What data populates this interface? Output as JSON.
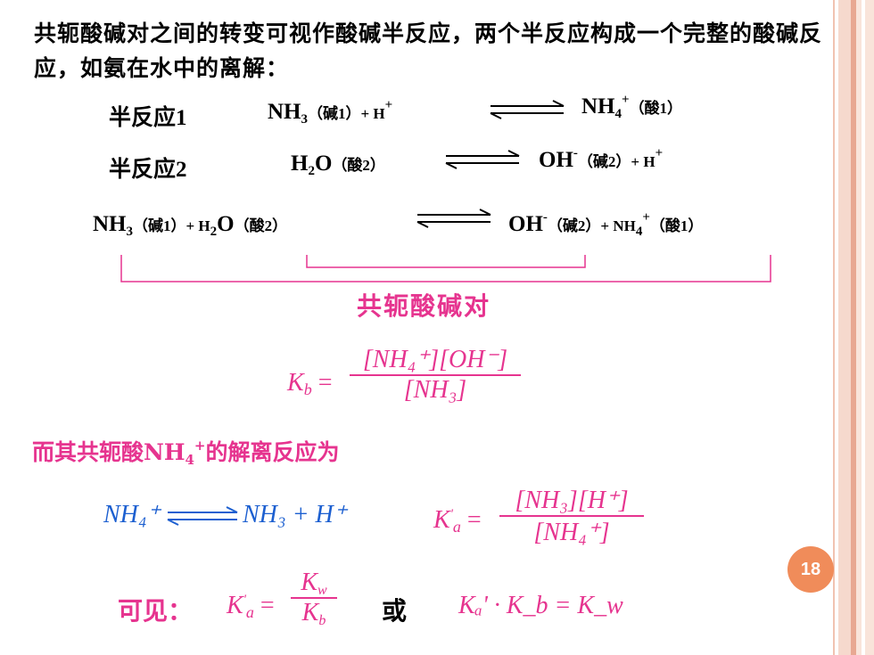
{
  "intro": "共轭酸碱对之间的转变可视作酸碱半反应，两个半反应构成一个完整的酸碱反应，如氨在水中的离解：",
  "half1": {
    "label": "半反应1",
    "lhs_species": "NH",
    "lhs_sub": "3",
    "lhs_tag": "（碱1）+ H",
    "lhs_sup": "+",
    "rhs_species": "NH",
    "rhs_sub": "4",
    "rhs_sup": "+",
    "rhs_tag": "（酸1）"
  },
  "half2": {
    "label": "半反应2",
    "lhs_h": "H",
    "lhs_sub": "2",
    "lhs_o": "O",
    "lhs_tag": "（酸2）",
    "rhs_species": "OH",
    "rhs_sup": "-",
    "rhs_tag": "（碱2）+ H",
    "rhs_sup2": "+"
  },
  "overall": {
    "a1": "NH",
    "a1_sub": "3",
    "a1_tag": "（碱1）+ H",
    "a2_sub": "2",
    "a2_o": "O",
    "a2_tag": "（酸2）",
    "b1": "OH",
    "b1_sup": "-",
    "b1_tag": "（碱2）+ NH",
    "b2_sub": "4",
    "b2_sup": "+",
    "b2_tag": "（酸1）"
  },
  "conjugate_label": "共轭酸碱对",
  "kb": {
    "lhs": "K",
    "lhs_sub": "b",
    "eq": "=",
    "num": "[NH₄⁺][OH⁻]",
    "den": "[NH₃]"
  },
  "acid_line": {
    "pre": "而其共轭酸NH",
    "sub": "4",
    "sup": "+",
    "post": "的解离反应为"
  },
  "acid_eq": {
    "lhs": "NH₄⁺",
    "rhs": "NH₃ + H⁺"
  },
  "ka": {
    "lhs": "K",
    "lhs_sub": "a",
    "lhs_prime": "'",
    "eq": "=",
    "num": "[NH₃][H⁺]",
    "den": "[NH₄⁺]"
  },
  "conclusion": {
    "label": "可见：",
    "or": "或",
    "f1_lhs": "K",
    "f1_sub": "a",
    "f1_prime": "'",
    "f1_eq": "=",
    "f1_num": "K",
    "f1_num_sub": "w",
    "f1_den": "K",
    "f1_den_sub": "b",
    "f2": "Kₐ' · K_b = K_w"
  },
  "page_number": "18",
  "colors": {
    "accent": "#e6348f",
    "blue": "#1c5fd0",
    "badge": "#f08c5a",
    "bracket": "#e6348f"
  }
}
